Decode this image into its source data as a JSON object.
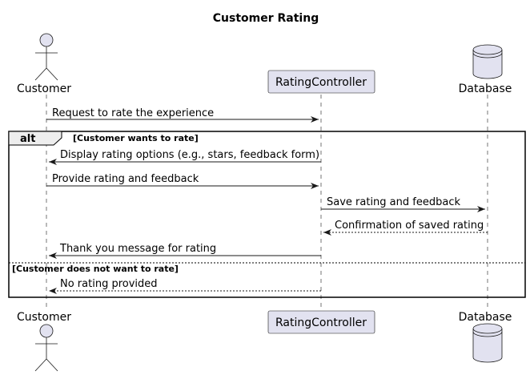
{
  "title": "Customer Rating",
  "participants": [
    {
      "name": "Customer",
      "kind": "actor"
    },
    {
      "name": "RatingController",
      "kind": "participant"
    },
    {
      "name": "Database",
      "kind": "database"
    }
  ],
  "messages": [
    {
      "from": "Customer",
      "to": "RatingController",
      "text": "Request to rate the experience",
      "style": "solid"
    },
    {
      "from": "RatingController",
      "to": "Customer",
      "text": "Display rating options (e.g., stars, feedback form)",
      "style": "solid"
    },
    {
      "from": "Customer",
      "to": "RatingController",
      "text": "Provide rating and feedback",
      "style": "solid"
    },
    {
      "from": "RatingController",
      "to": "Database",
      "text": "Save rating and feedback",
      "style": "solid"
    },
    {
      "from": "Database",
      "to": "RatingController",
      "text": "Confirmation of saved rating",
      "style": "dashed"
    },
    {
      "from": "RatingController",
      "to": "Customer",
      "text": "Thank you message for rating",
      "style": "solid"
    },
    {
      "from": "RatingController",
      "to": "Customer",
      "text": "No rating provided",
      "style": "dashed"
    }
  ],
  "fragment": {
    "keyword": "alt",
    "guard": "[Customer wants to rate]",
    "else_guard": "[Customer does not want to rate]"
  },
  "colors": {
    "participant_fill": "#E2E2F0",
    "line": "#181818",
    "frame_tab": "#EEEEEE"
  }
}
